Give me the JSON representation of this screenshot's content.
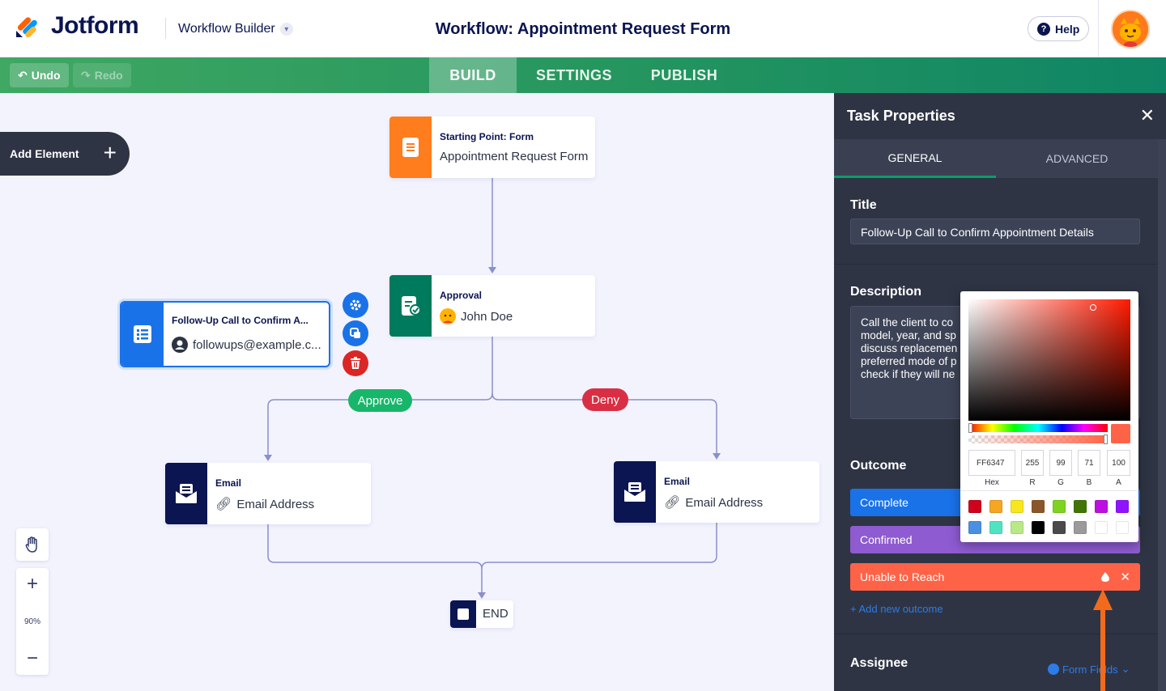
{
  "header": {
    "brand": "Jotform",
    "builder_label": "Workflow Builder",
    "page_title": "Workflow: Appointment Request Form",
    "help_label": "Help"
  },
  "toolbar": {
    "undo_label": "Undo",
    "redo_label": "Redo"
  },
  "tabs": [
    "BUILD",
    "SETTINGS",
    "PUBLISH"
  ],
  "canvas": {
    "add_element_label": "Add Element",
    "nodes": {
      "start": {
        "kind": "Starting Point: Form",
        "value": "Appointment Request Form"
      },
      "approval": {
        "kind": "Approval",
        "value": "John Doe"
      },
      "followup": {
        "kind": "Follow-Up Call to Confirm A...",
        "value": "followups@example.c..."
      },
      "email_left": {
        "kind": "Email",
        "value": "Email Address"
      },
      "email_right": {
        "kind": "Email",
        "value": "Email Address"
      },
      "end": {
        "value": "END"
      }
    },
    "branches": {
      "approve": "Approve",
      "deny": "Deny"
    },
    "zoom_level": "90%"
  },
  "panel": {
    "title": "Task Properties",
    "tabs": [
      "GENERAL",
      "ADVANCED"
    ],
    "title_label": "Title",
    "title_value": "Follow-Up Call to Confirm Appointment Details",
    "description_label": "Description",
    "description_lines": [
      "Call the client to co",
      "model, year, and sp",
      "discuss replacemen",
      "preferred mode of p",
      "check if they will ne"
    ],
    "outcome_label": "Outcome",
    "outcomes": [
      "Complete",
      "Confirmed",
      "Unable to Reach"
    ],
    "add_outcome_label": "+ Add new outcome",
    "assignee_label": "Assignee",
    "form_fields_label": "Form Fields"
  },
  "color_picker": {
    "hex": "FF6347",
    "r": "255",
    "g": "99",
    "b": "71",
    "a": "100",
    "labels": [
      "Hex",
      "R",
      "G",
      "B",
      "A"
    ],
    "swatches_row1": [
      "#d0021b",
      "#f5a623",
      "#f8e71c",
      "#8b572a",
      "#7ed321",
      "#417505",
      "#bd10e0",
      "#9013fe"
    ],
    "swatches_row2": [
      "#4a90e2",
      "#50e3c2",
      "#b8e986",
      "#000000",
      "#4a4a4a",
      "#9b9b9b",
      "#ffffff",
      "#ffffff"
    ]
  },
  "colors": {
    "brand_green": "#24955f",
    "outcome_complete": "#1a72e8",
    "outcome_confirmed": "#8e5bd1",
    "outcome_unable": "#ff6347",
    "annotation_arrow": "#f26b1d"
  }
}
